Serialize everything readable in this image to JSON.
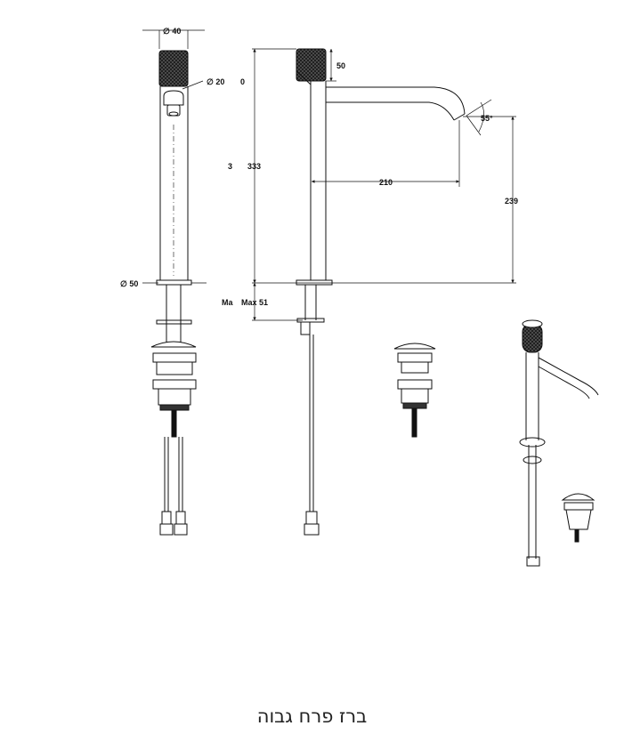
{
  "drawing": {
    "labels": {
      "dia_40": "∅ 40",
      "dia_20": "∅ 20",
      "zero": "0",
      "dia_50": "∅ 50",
      "dim_50": "50",
      "angle_55": "55°",
      "dim_3": "3",
      "dim_333": "333",
      "dim_210": "210",
      "dim_239": "239",
      "ma": "Ma",
      "max_51": "Max 51"
    }
  },
  "caption": "ברז פרח גבוה",
  "colors": {
    "line": "#111111",
    "knurl": "#1a1a1a"
  }
}
